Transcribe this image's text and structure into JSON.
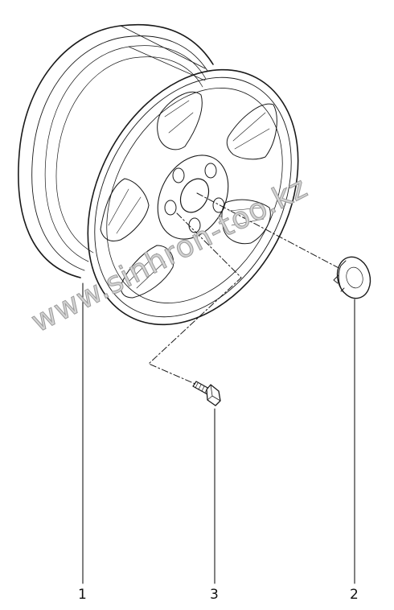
{
  "diagram": {
    "parts": [
      {
        "number": "1",
        "name": "wheel-rim"
      },
      {
        "number": "2",
        "name": "center-cap"
      },
      {
        "number": "3",
        "name": "wheel-bolt"
      }
    ],
    "watermark": "www.sinhron-too.kz",
    "colors": {
      "line": "#1a1a1a",
      "watermark": "#d4d4d4"
    }
  }
}
